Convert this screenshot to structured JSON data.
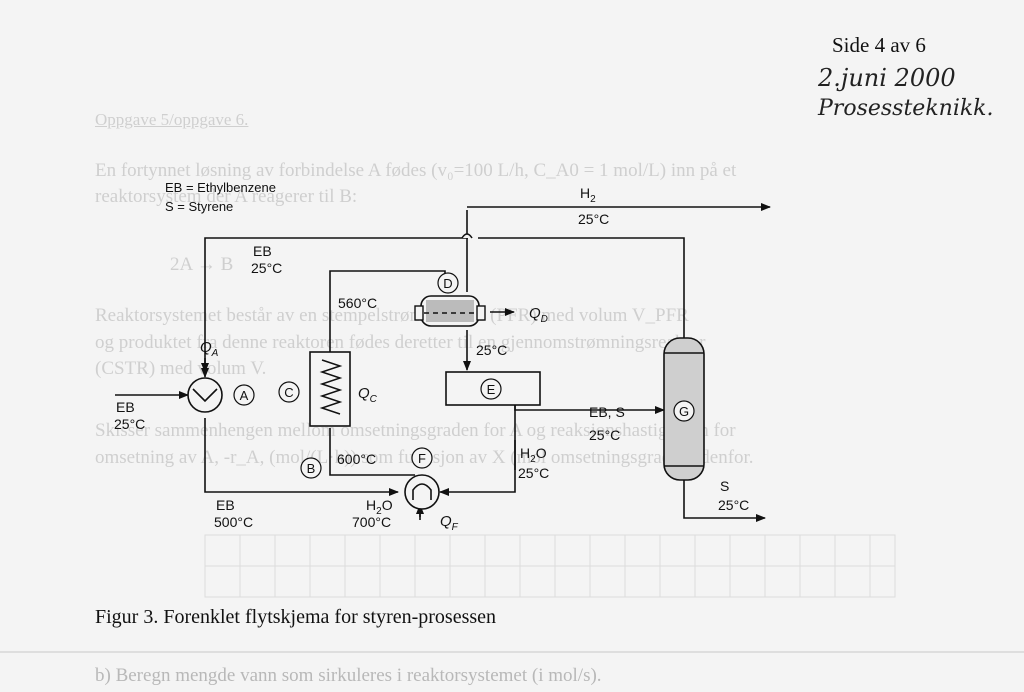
{
  "header": {
    "page_number": "Side 4 av 6"
  },
  "handwritten": {
    "date": "2.juni 2000",
    "subject": "Prosessteknikk."
  },
  "background_text": [
    "Oppgave 5/oppgave 6.",
    "En fortynnet løsning av forbindelse A fødes (v₀=100 L/h, C_A0 = 1 mol/L) inn på et",
    "reaktorsystem der A reagerer til B:",
    "2A →  B",
    "Reaktorsystemet består av en stempelstrømsreaktor (PFR) med volum V_PFR",
    "og produktet fra denne reaktoren fødes deretter til en gjennomstrømningsreaktor",
    "(CSTR) med volum V.",
    "Skisser sammenhengen mellom omsetningsgraden for A og reaksjonshastigheten for",
    "omsetning av A, -r_A, (mol/(L·h)) som funksjon av X (mol omsetningsgrad) nedenfor.",
    "b) Beregn mengde vann som sirkuleres i reaktorsystemet (i mol/s)."
  ],
  "legend": {
    "line1": "EB = Ethylbenzene",
    "line2": "S = Styrene"
  },
  "streams": {
    "h2_label": "H",
    "h2_sub": "2",
    "h2_temp": "25°C",
    "eb_top": "EB",
    "eb_top_temp": "25°C",
    "feed_eb": "EB",
    "feed_temp": "25°C",
    "temp_560": "560°C",
    "temp_600": "600°C",
    "temp_d_out": "25°C",
    "eb_s": "EB, S",
    "eb_s_temp": "25°C",
    "water_h": "H",
    "water_sub": "2",
    "water_o": "O",
    "water_temp": "25°C",
    "eb_bottom": "EB",
    "eb_bottom_temp": "500°C",
    "steam_h": "H",
    "steam_sub": "2",
    "steam_o": "O",
    "steam_temp": "700°C",
    "s_product": "S",
    "s_temp": "25°C"
  },
  "heat_duties": {
    "qa": "Q",
    "qa_sub": "A",
    "qc": "Q",
    "qc_sub": "C",
    "qd": "Q",
    "qd_sub": "D",
    "qf": "Q",
    "qf_sub": "F"
  },
  "units": {
    "a": "A",
    "b": "B",
    "c": "C",
    "d": "D",
    "e": "E",
    "f": "F",
    "g": "G"
  },
  "caption": "Figur 3. Forenklet flytskjema for styren-prosessen"
}
